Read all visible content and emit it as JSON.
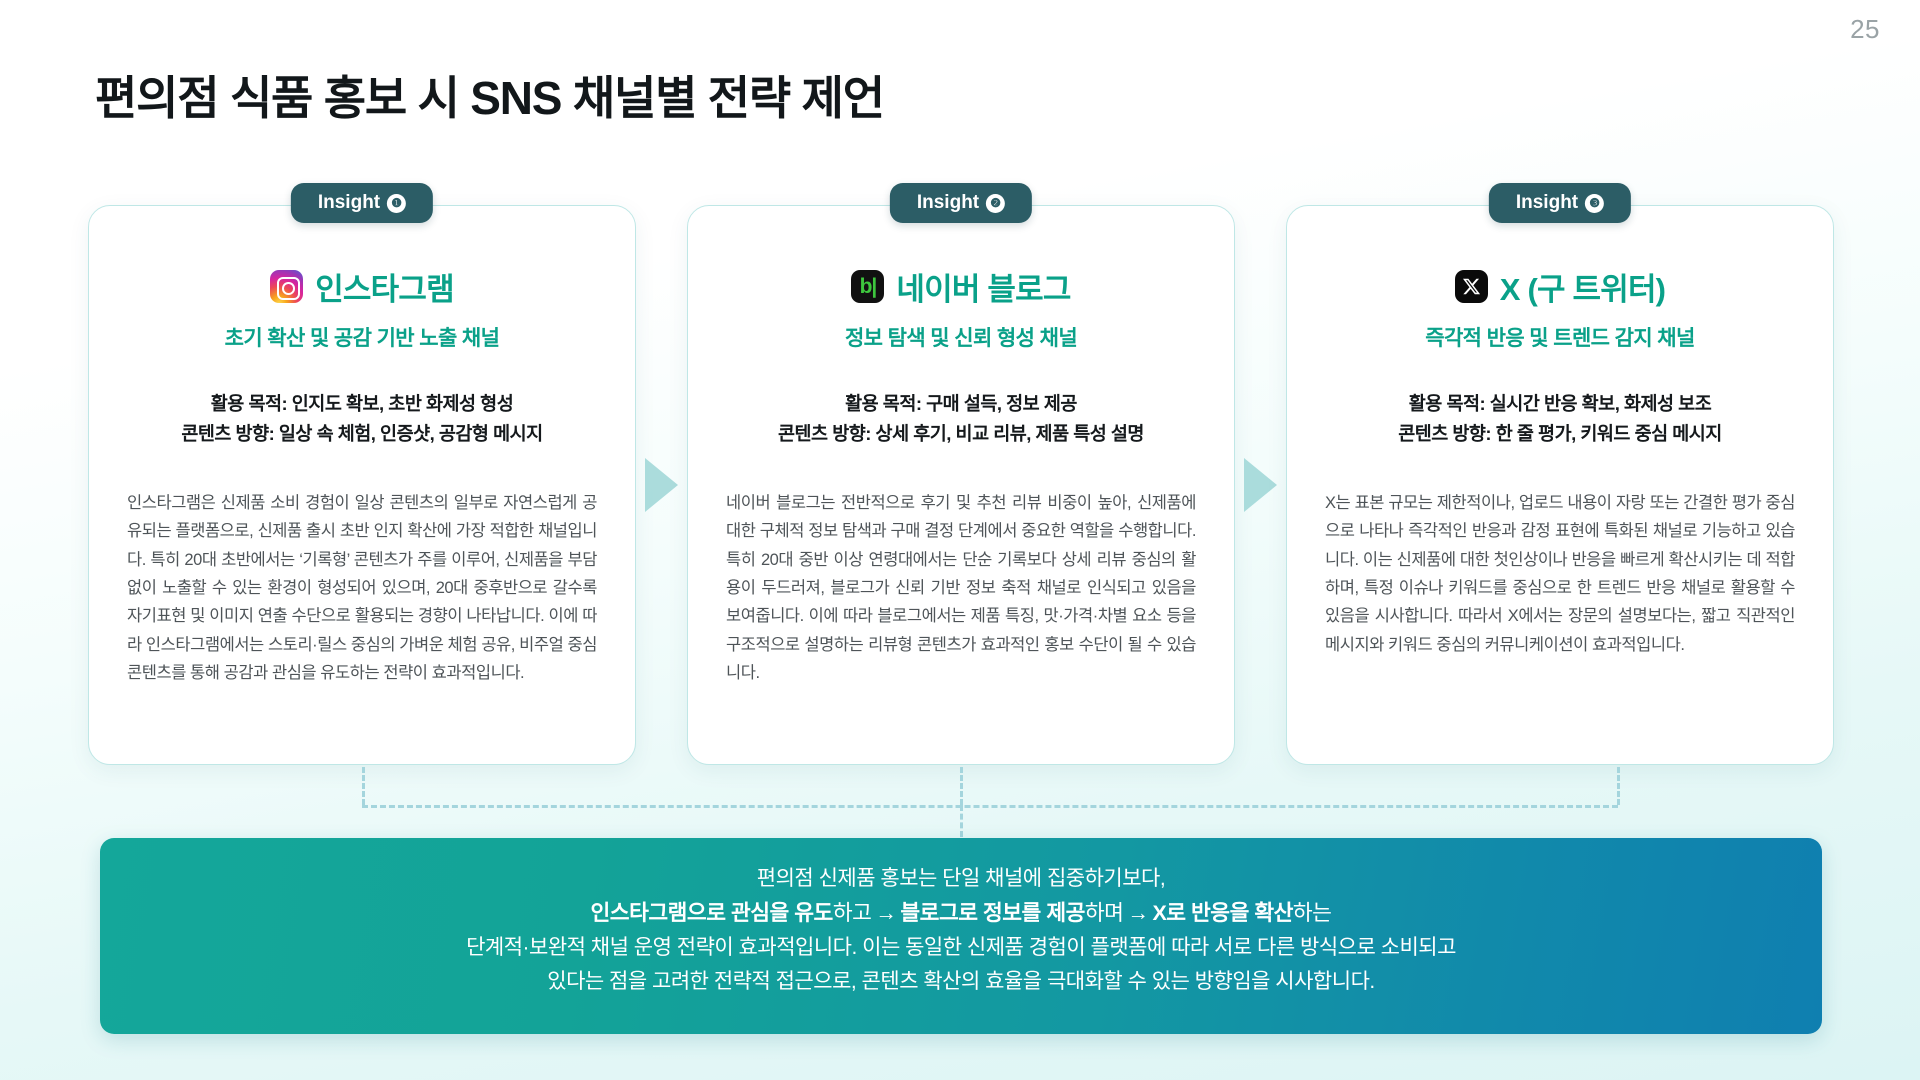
{
  "page_number": "25",
  "title": "편의점 식품 홍보 시 SNS 채널별 전략 제언",
  "cards": [
    {
      "badge_label": "Insight",
      "badge_num": "❶",
      "icon": "instagram-icon",
      "channel": "인스타그램",
      "subtitle": "초기 확산 및 공감 기반 노출 채널",
      "purpose_line1": "활용 목적: 인지도 확보, 초반 화제성 형성",
      "purpose_line2": "콘텐츠 방향: 일상 속 체험, 인증샷, 공감형 메시지",
      "body": "인스타그램은 신제품 소비 경험이 일상 콘텐츠의 일부로 자연스럽게 공유되는 플랫폼으로, 신제품 출시 초반 인지 확산에 가장 적합한 채널입니다. 특히 20대 초반에서는 ‘기록형’ 콘텐츠가 주를 이루어, 신제품을 부담 없이 노출할 수 있는 환경이 형성되어 있으며, 20대 중후반으로 갈수록 자기표현 및 이미지 연출 수단으로 활용되는 경향이 나타납니다. 이에 따라 인스타그램에서는 스토리·릴스 중심의 가벼운 체험 공유, 비주얼 중심 콘텐츠를 통해 공감과 관심을 유도하는 전략이 효과적입니다."
    },
    {
      "badge_label": "Insight",
      "badge_num": "❷",
      "icon": "naver-blog-icon",
      "icon_glyph": "b|",
      "channel": "네이버 블로그",
      "subtitle": "정보 탐색 및 신뢰 형성 채널",
      "purpose_line1": "활용 목적: 구매 설득, 정보 제공",
      "purpose_line2": "콘텐츠 방향: 상세 후기, 비교 리뷰, 제품 특성 설명",
      "body": "네이버 블로그는 전반적으로 후기 및 추천 리뷰 비중이 높아, 신제품에 대한 구체적 정보 탐색과 구매 결정 단계에서 중요한 역할을 수행합니다. 특히 20대 중반 이상 연령대에서는 단순 기록보다 상세 리뷰 중심의 활용이 두드러져, 블로그가 신뢰 기반 정보 축적 채널로 인식되고 있음을 보여줍니다. 이에 따라 블로그에서는 제품 특징, 맛·가격·차별 요소 등을 구조적으로 설명하는 리뷰형 콘텐츠가 효과적인 홍보 수단이 될 수 있습니다."
    },
    {
      "badge_label": "Insight",
      "badge_num": "❸",
      "icon": "x-twitter-icon",
      "channel": "X (구 트위터)",
      "subtitle": "즉각적 반응 및 트렌드 감지 채널",
      "purpose_line1": "활용 목적: 실시간 반응 확보, 화제성 보조",
      "purpose_line2": "콘텐츠 방향: 한 줄 평가, 키워드 중심 메시지",
      "body": "X는 표본 규모는 제한적이나, 업로드 내용이 자랑 또는 간결한 평가 중심으로 나타나 즉각적인 반응과 감정 표현에 특화된 채널로 기능하고 있습니다. 이는 신제품에 대한 첫인상이나 반응을 빠르게 확산시키는 데 적합하며, 특정 이슈나 키워드를 중심으로 한 트렌드 반응 채널로 활용할 수 있음을 시사합니다. 따라서 X에서는 장문의 설명보다는, 짧고 직관적인 메시지와 키워드 중심의 커뮤니케이션이 효과적입니다."
    }
  ],
  "summary": {
    "line1": "편의점 신제품 홍보는 단일 채널에 집중하기보다,",
    "line2_a": "인스타그램으로 관심을 유도",
    "line2_b": "하고",
    "line2_arrow1": "→",
    "line2_c": "블로그로 정보를 제공",
    "line2_d": "하며",
    "line2_arrow2": "→",
    "line2_e": "X로 반응을 확산",
    "line2_f": "하는",
    "line3": "단계적·보완적 채널 운영 전략이 효과적입니다. 이는 동일한 신제품 경험이 플랫폼에 따라 서로 다른 방식으로 소비되고",
    "line4": "있다는 점을 고려한 전략적 접근으로, 콘텐츠 확산의 효율을 극대화할 수 있는 방향임을 시사합니다."
  },
  "colors": {
    "accent_teal": "#0aa189",
    "badge_bg": "#2c5d66",
    "banner_from": "#14a79a",
    "banner_to": "#0f7fb0",
    "card_border": "#bfe7e6",
    "connector": "#a4d5dd"
  }
}
